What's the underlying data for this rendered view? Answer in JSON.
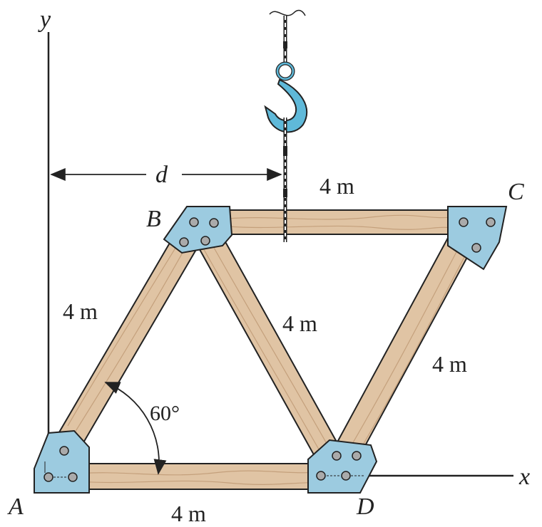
{
  "axes": {
    "y_label": "y",
    "x_label": "x"
  },
  "joints": {
    "a": "A",
    "b": "B",
    "c": "C",
    "d": "D"
  },
  "dimension": {
    "d_label": "d"
  },
  "members": {
    "bc": "4 m",
    "ab": "4 m",
    "bd": "4 m",
    "cd": "4 m",
    "ad": "4 m"
  },
  "angle": {
    "label": "60°"
  },
  "colors": {
    "wood": "#E0C4A4",
    "wood_grain": "#C4A07C",
    "gusset": "#9CCBE0",
    "hook": "#5FB9D9",
    "outline": "#222222"
  },
  "icons": {
    "hook": "crane-hook-icon",
    "bolt": "bolt-icon"
  }
}
